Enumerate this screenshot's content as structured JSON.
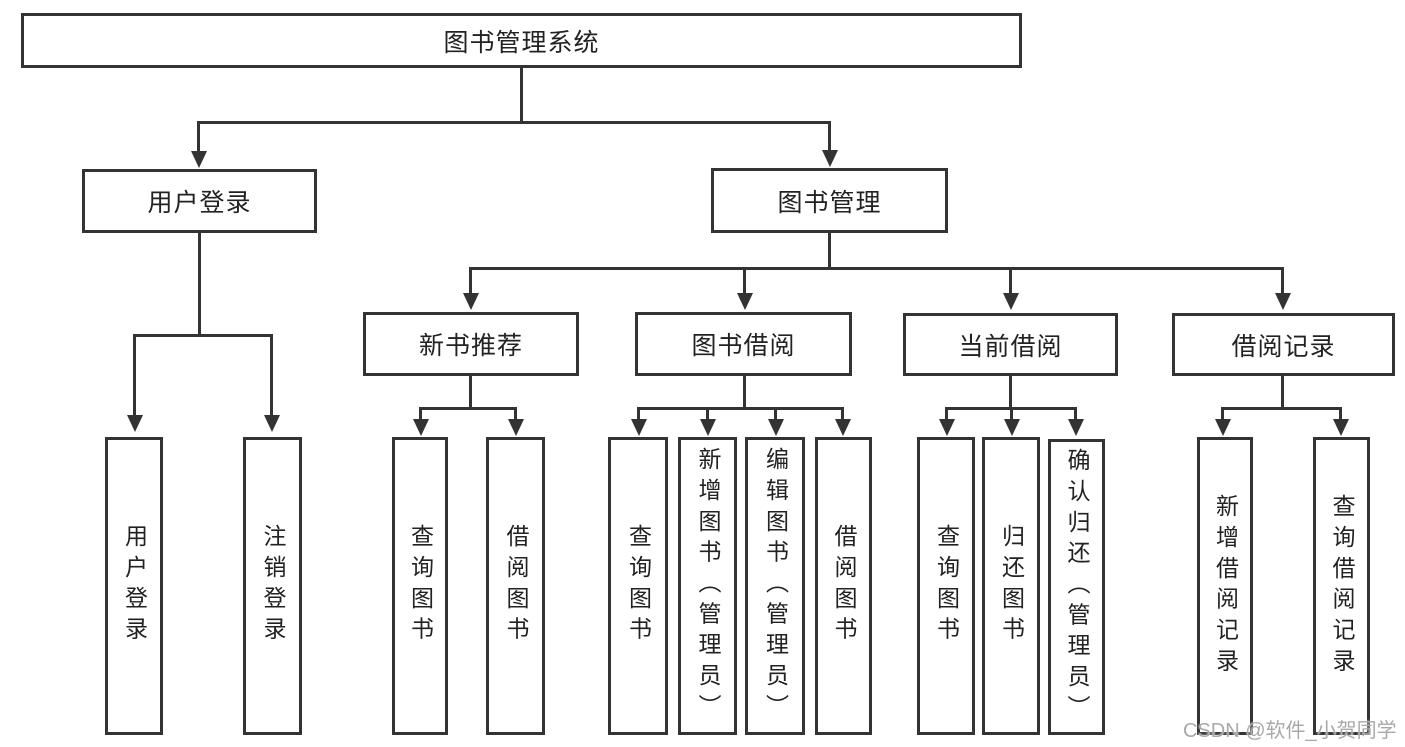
{
  "diagram": {
    "type": "hierarchy-tree",
    "orientation": "top-down",
    "colors": {
      "background": "#ffffff",
      "line": "#333333",
      "box_border": "#333333",
      "text": "#222222",
      "watermark": "#a9a9a9"
    },
    "tree": {
      "label": "图书管理系统",
      "children": [
        {
          "label": "用户登录",
          "children": [
            {
              "label": "用户登录"
            },
            {
              "label": "注销登录"
            }
          ]
        },
        {
          "label": "图书管理",
          "children": [
            {
              "label": "新书推荐",
              "children": [
                {
                  "label": "查询图书"
                },
                {
                  "label": "借阅图书"
                }
              ]
            },
            {
              "label": "图书借阅",
              "children": [
                {
                  "label": "查询图书"
                },
                {
                  "label": "新增图书（管理员）"
                },
                {
                  "label": "编辑图书（管理员）"
                },
                {
                  "label": "借阅图书"
                }
              ]
            },
            {
              "label": "当前借阅",
              "children": [
                {
                  "label": "查询图书"
                },
                {
                  "label": "归还图书"
                },
                {
                  "label": "确认归还（管理员）"
                }
              ]
            },
            {
              "label": "借阅记录",
              "children": [
                {
                  "label": "新增借阅记录"
                },
                {
                  "label": "查询借阅记录"
                }
              ]
            }
          ]
        }
      ]
    },
    "watermark": "CSDN @软件_小贺同学"
  }
}
